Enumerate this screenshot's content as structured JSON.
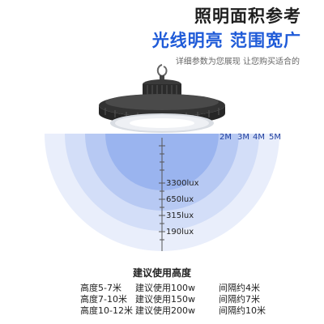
{
  "header": {
    "title_line1": "照明面积参考",
    "title_line2": "光线明亮 范围宽广",
    "subtitle": "详细参数为您展现 让您购买适合的"
  },
  "distances": [
    "2M",
    "3M",
    "4M",
    "5M"
  ],
  "lux_levels": [
    "3300lux",
    "650lux",
    "315lux",
    "190lux"
  ],
  "recommend": {
    "title": "建议使用高度",
    "rows": [
      {
        "height": "高度5-7米",
        "power": "建议使用100w",
        "spacing": "间隔约4米"
      },
      {
        "height": "高度7-10米",
        "power": "建议使用150w",
        "spacing": "间隔约7米"
      },
      {
        "height": "高度10-12米",
        "power": "建议使用200w",
        "spacing": "间隔约10米"
      }
    ]
  },
  "colors": {
    "ring_outer": "#e7edfb",
    "ring_3": "#ccdaf8",
    "ring_2": "#a9c1f2",
    "ring_inner": "#86a6ee",
    "headline_blue": "#1f5bd8"
  }
}
